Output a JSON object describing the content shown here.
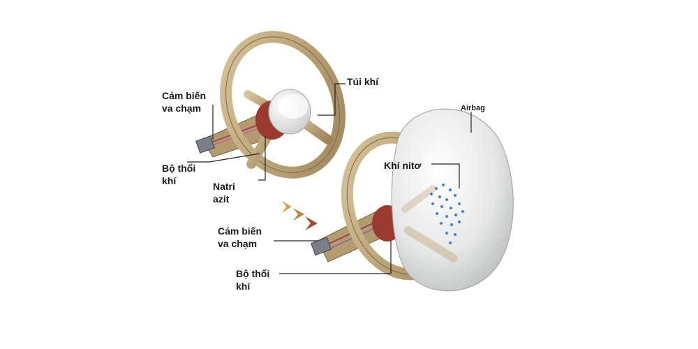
{
  "labels": {
    "sensor_top": "Cảm biến\nva chạm",
    "inflator_top": "Bộ thổi\nkhí",
    "sodium_azide": "Natri\nazít",
    "airbag_vi": "Túi khí",
    "airbag_en": "Airbag",
    "nitrogen": "Khí nitơ",
    "sensor_bottom": "Cảm biến\nva chạm",
    "inflator_bottom": "Bộ thổi\nkhí"
  },
  "colors": {
    "wheel": "#bfa77e",
    "wheel_dark": "#8f7650",
    "airbag": "#e9eaea",
    "hub_red": "#9b3a2e",
    "gas_dot": "#3f7fd9",
    "impact_arrow": "#b8773a"
  }
}
